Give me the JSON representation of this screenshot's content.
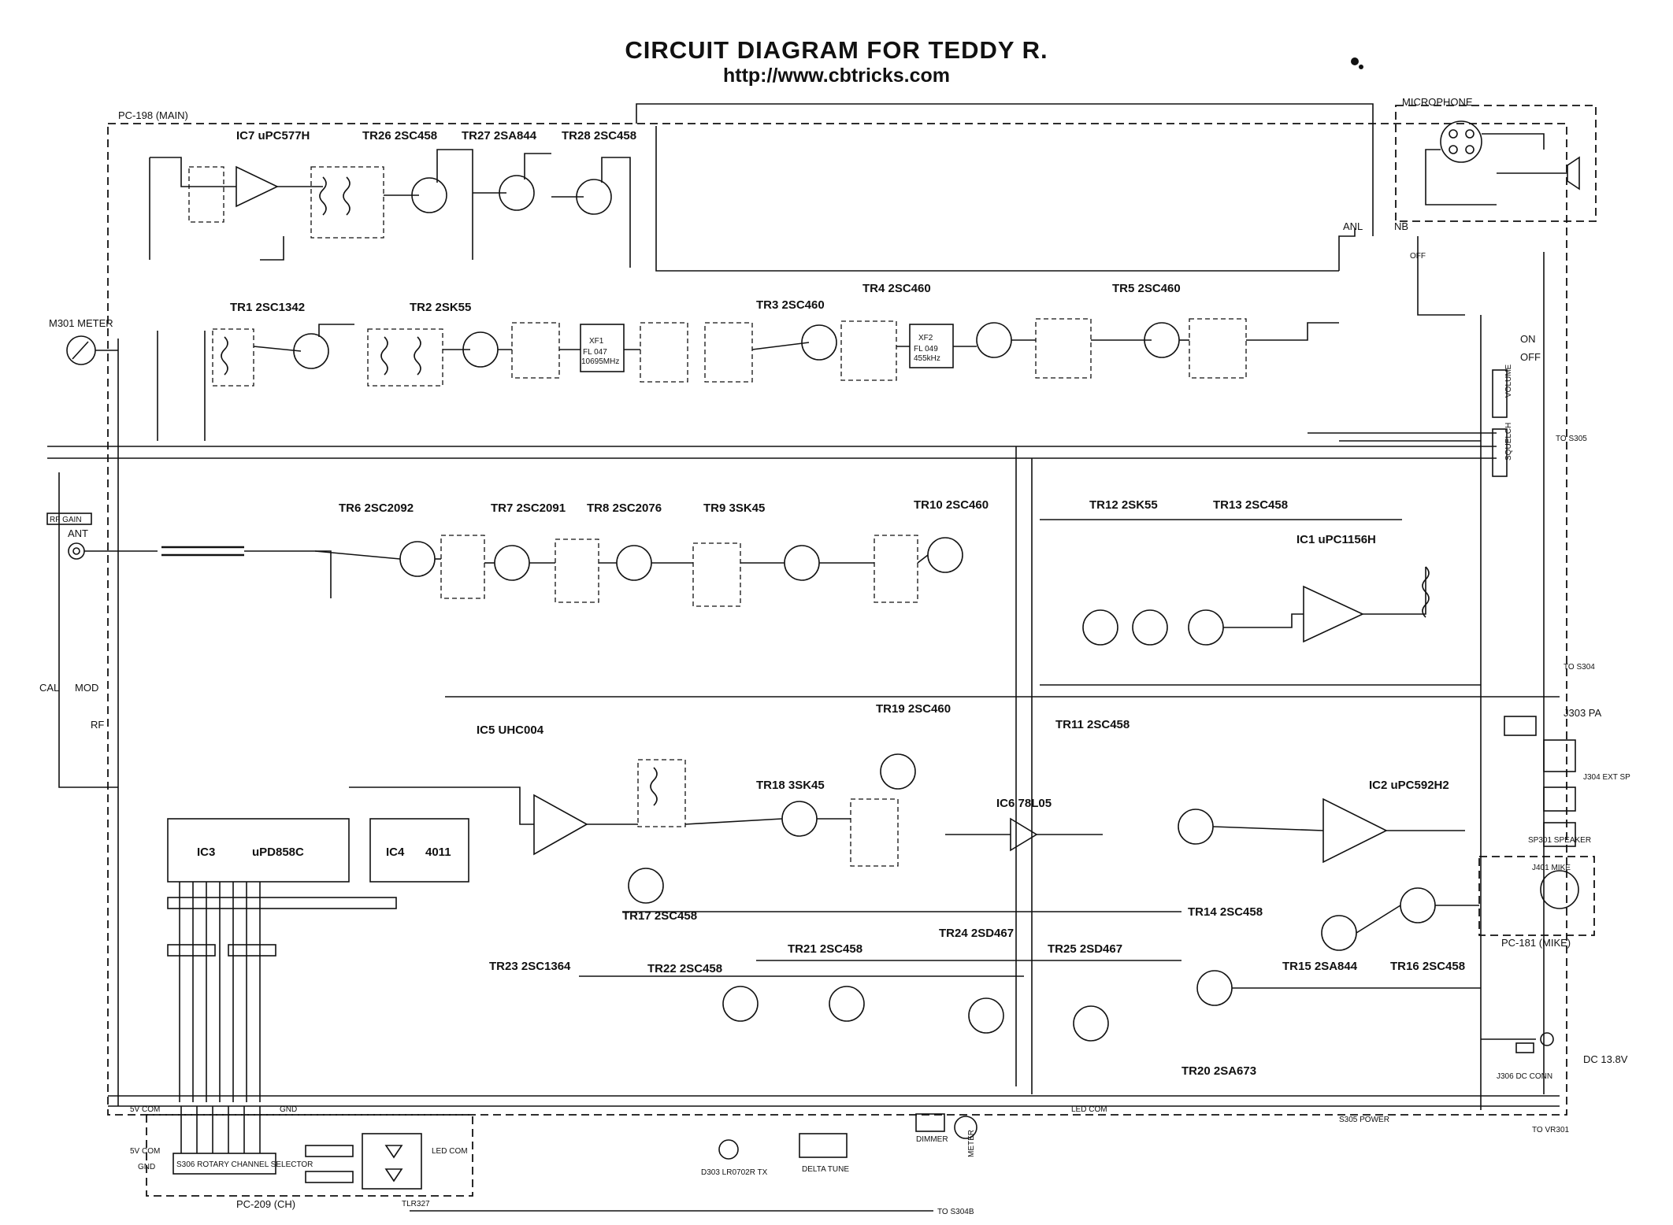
{
  "header": {
    "title": "CIRCUIT DIAGRAM FOR TEDDY R.",
    "url": "http://www.cbtricks.com"
  },
  "boards": {
    "main": "PC-198 (MAIN)",
    "microphone": "MICROPHONE",
    "mike": "PC-181 (MIKE)",
    "channel": "PC-209 (CH)"
  },
  "stages": [
    {
      "id": "ic7",
      "label": "IC7 uPC577H"
    },
    {
      "id": "tr26",
      "label": "TR26 2SC458"
    },
    {
      "id": "tr27",
      "label": "TR27 2SA844"
    },
    {
      "id": "tr28",
      "label": "TR28 2SC458"
    },
    {
      "id": "tr1",
      "label": "TR1 2SC1342"
    },
    {
      "id": "tr2",
      "label": "TR2 2SK55"
    },
    {
      "id": "tr3",
      "label": "TR3 2SC460"
    },
    {
      "id": "tr4",
      "label": "TR4 2SC460"
    },
    {
      "id": "tr5",
      "label": "TR5 2SC460"
    },
    {
      "id": "tr6",
      "label": "TR6 2SC2092"
    },
    {
      "id": "tr7",
      "label": "TR7 2SC2091"
    },
    {
      "id": "tr8",
      "label": "TR8 2SC2076"
    },
    {
      "id": "tr9",
      "label": "TR9 3SK45"
    },
    {
      "id": "tr10",
      "label": "TR10 2SC460"
    },
    {
      "id": "tr12",
      "label": "TR12 2SK55"
    },
    {
      "id": "tr13",
      "label": "TR13 2SC458"
    },
    {
      "id": "ic1",
      "label": "IC1 uPC1156H"
    },
    {
      "id": "tr19",
      "label": "TR19 2SC460"
    },
    {
      "id": "ic5",
      "label": "IC5 UHC004"
    },
    {
      "id": "tr11",
      "label": "TR11 2SC458"
    },
    {
      "id": "tr18",
      "label": "TR18 3SK45"
    },
    {
      "id": "ic6",
      "label": "IC6 78L05"
    },
    {
      "id": "ic2",
      "label": "IC2 uPC592H2"
    },
    {
      "id": "tr17",
      "label": "TR17 2SC458"
    },
    {
      "id": "tr21",
      "label": "TR21 2SC458"
    },
    {
      "id": "tr24",
      "label": "TR24 2SD467"
    },
    {
      "id": "tr25",
      "label": "TR25 2SD467"
    },
    {
      "id": "tr14",
      "label": "TR14 2SC458"
    },
    {
      "id": "tr15",
      "label": "TR15 2SA844"
    },
    {
      "id": "tr16",
      "label": "TR16 2SC458"
    },
    {
      "id": "tr22",
      "label": "TR22 2SC458"
    },
    {
      "id": "tr23",
      "label": "TR23 2SC1364"
    },
    {
      "id": "tr20",
      "label": "TR20 2SA673"
    }
  ],
  "ic_blocks": {
    "ic3_name": "IC3",
    "ic3_part": "uPD858C",
    "ic4_name": "IC4",
    "ic4_part": "4011"
  },
  "filters": {
    "xf1": "XF1 FL 047 10695MHz",
    "xf2": "XF2 FL 049 455kHz"
  },
  "controls": {
    "meter": "M301 METER",
    "rf_gain": "RF GAIN",
    "volume": "VOLUME",
    "squelch": "SQUELCH",
    "dimmer": "DIMMER",
    "delta_tune": "DELTA TUNE",
    "rotary": "S306 ROTARY CHANNEL SELECTOR",
    "ant": "ANT",
    "anl": "ANL",
    "nb": "NB",
    "on": "ON",
    "off": "OFF",
    "cal": "CAL",
    "mod": "MOD",
    "rf": "RF",
    "power": "S305 POWER",
    "dc": "DC 13.8V",
    "dc_conn": "J306 DC CONN",
    "ext_sp": "J304 EXT SP",
    "pa": "J303 PA",
    "speaker": "SP301 SPEAKER",
    "mike": "J401 MIKE",
    "led_com": "LED COM",
    "gnd": "GND",
    "fivev_com": "5V COM",
    "tlr": "TLR327",
    "to_s304": "TO S304",
    "to_s304b": "TO S304B",
    "to_s305": "TO S305",
    "to_vr301": "TO VR301",
    "tx": "D303 LR0702R TX",
    "meter_lamp": "METER"
  },
  "style": {
    "ink": "#111111",
    "paper": "#ffffff"
  }
}
